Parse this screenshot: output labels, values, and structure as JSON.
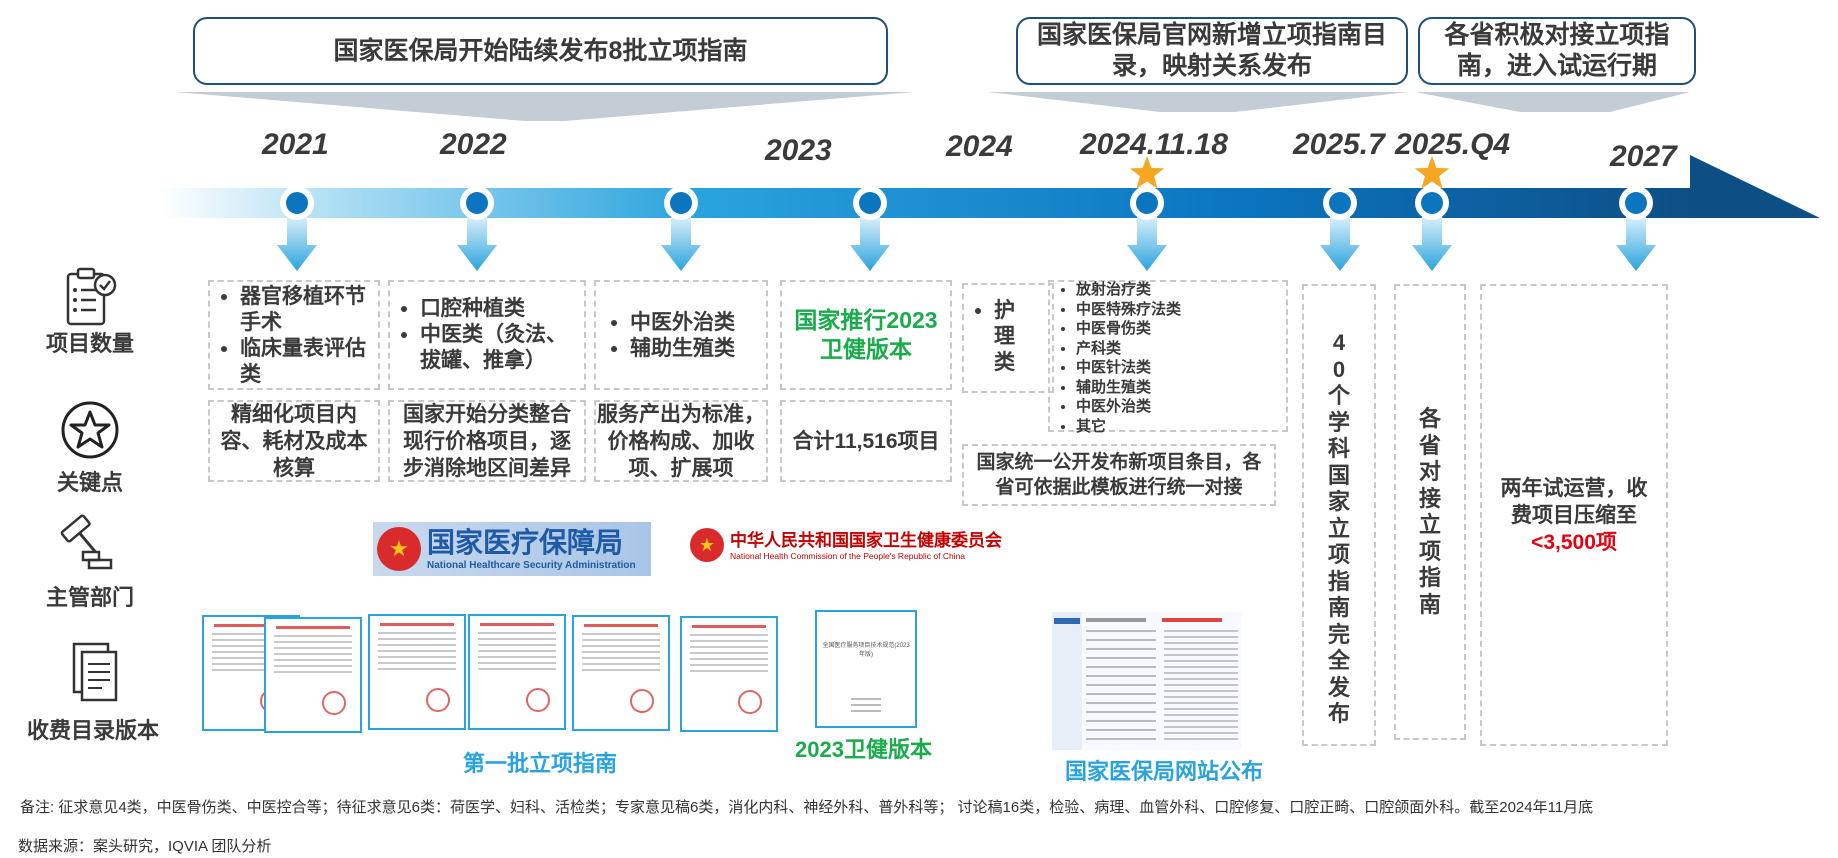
{
  "callouts": {
    "first": "国家医保局开始陆续发布8批立项指南",
    "second": "国家医保局官网新增立项指南目录，映射关系发布",
    "third": "各省积极对接立项指南，进入试运行期"
  },
  "years": [
    "2021",
    "2022",
    "2023",
    "2024",
    "2024.11.18",
    "2025.7",
    "2025.Q4",
    "2027"
  ],
  "categories": {
    "item_count": "项目数量",
    "key_points": "关键点",
    "department": "主管部门",
    "catalog_version": "收费目录版本"
  },
  "icons": {
    "item_count": "clipboard-check-icon",
    "key_points": "star-circle-icon",
    "department": "gavel-icon",
    "catalog_version": "documents-icon"
  },
  "items": {
    "col2021": [
      "器官移植环节手术",
      "临床量表评估类"
    ],
    "col2022": [
      "口腔种植类",
      "中医类（灸法、拔罐、推拿）"
    ],
    "col2023a": [
      "中医外治类",
      "辅助生殖类"
    ],
    "col2023b": "国家推行2023卫健版本",
    "col2024": [
      "护理类"
    ],
    "col20241118": [
      "放射治疗类",
      "中医特殊疗法类",
      "中医骨伤类",
      "产科类",
      "中医针法类",
      "辅助生殖类",
      "中医外治类",
      "其它"
    ],
    "col20257": "40个学科国家立项指南完全发布",
    "col2025q4": "各省对接立项指南",
    "col2027_line1": "两年试运营，收",
    "col2027_line2": "费项目压缩至",
    "col2027_highlight": "<3,500项"
  },
  "key_points": {
    "col2021": "精细化项目内容、耗材及成本核算",
    "col2022": "国家开始分类整合现行价格项目，逐步消除地区间差异",
    "col2023a": "服务产出为标准，价格构成、加收项、扩展项",
    "col2023b": "合计11,516项目",
    "col2024": "国家统一公开发布新项目条目，各省可依据此模板进行统一对接"
  },
  "logos": {
    "nhsa_cn": "国家医疗保障局",
    "nhsa_en": "National Healthcare Security Administration",
    "nhc_cn": "中华人民共和国国家卫生健康委员会",
    "nhc_en": "National Health Commission of the People's Republic of China"
  },
  "captions": {
    "first_batch": "第一批立项指南",
    "weijian2023": "2023卫健版本",
    "website": "国家医保局网站公布"
  },
  "doc_thumbnail_text": "全国医疗服务项目技术规范(2023年版)",
  "footnote": "备注: 征求意见4类，中医骨伤类、中医控合等；待征求意见6类：荷医学、妇科、活检类；专家意见稿6类，消化内科、神经外科、普外科等； 讨论稿16类，检验、病理、血管外科、口腔修复、口腔正畸、口腔颌面外科。截至2024年11月底",
  "source": "数据来源：案头研究，IQVIA 团队分析",
  "colors": {
    "dark_blue": "#1f4e79",
    "timeline_blue": "#0b75c0",
    "light_blue": "#29a3dd",
    "green": "#1aab4b",
    "red": "#e60012",
    "star": "#f5a623"
  }
}
